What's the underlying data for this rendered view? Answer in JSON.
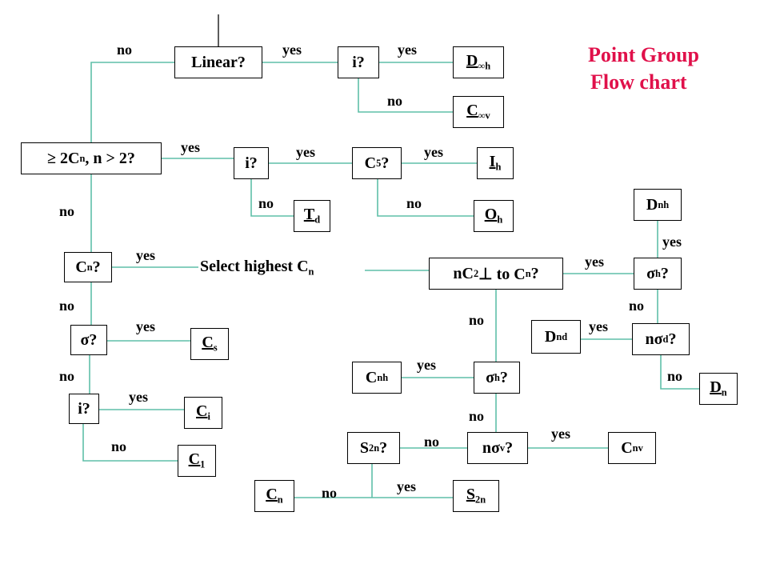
{
  "title": {
    "line1": "Point Group",
    "line2": "Flow chart",
    "color": "#e0104a"
  },
  "connector_color": "#5fbfa8",
  "labels": {
    "yes": "yes",
    "no": "no"
  },
  "nodes": {
    "linear": {
      "text": "Linear?"
    },
    "i_top": {
      "text": "i?"
    },
    "dinfh": {
      "main": "D",
      "sub": "∞h"
    },
    "cinfv": {
      "main": "C",
      "sub": "∞v"
    },
    "multi_cn": {
      "pre": "≥ 2C",
      "sub": "n",
      "post": ", n > 2?"
    },
    "i_mid": {
      "text": "i?"
    },
    "c5": {
      "main": "C",
      "sub": "5",
      "post": "?"
    },
    "ih": {
      "main": "I",
      "sub": "h"
    },
    "td": {
      "main": "T",
      "sub": "d"
    },
    "oh": {
      "main": "O",
      "sub": "h"
    },
    "cn_q": {
      "main": "C",
      "sub": "n",
      "post": "?"
    },
    "select": {
      "pre": "Select highest C",
      "sub": "n"
    },
    "nc2": {
      "a": "nC",
      "asub": "2",
      "b": " ⊥ to C",
      "bsub": "n",
      "post": "?"
    },
    "dnh": {
      "main": "D",
      "sub": "nh"
    },
    "sigh_right": {
      "main": "σ",
      "sub": "h",
      "post": "?"
    },
    "sigma_q": {
      "text": "σ?"
    },
    "cs": {
      "main": "C",
      "sub": "s"
    },
    "dnd": {
      "main": "D",
      "sub": "nd"
    },
    "nsigd": {
      "main": "nσ",
      "sub": "d",
      "post": "?"
    },
    "cnh": {
      "main": "C",
      "sub": "nh"
    },
    "sigh_mid": {
      "main": "σ",
      "sub": "h",
      "post": "?"
    },
    "dn": {
      "main": "D",
      "sub": "n"
    },
    "i_low": {
      "text": "i?"
    },
    "ci": {
      "main": "C",
      "sub": "i"
    },
    "c1": {
      "main": "C",
      "sub": "1"
    },
    "s2n_q": {
      "main": "S",
      "sub": "2n",
      "post": "?"
    },
    "nsigv": {
      "main": "nσ",
      "sub": "v",
      "post": "?"
    },
    "cnv": {
      "main": "C",
      "sub": "nv"
    },
    "cn_term": {
      "main": "C",
      "sub": "n"
    },
    "s2n_term": {
      "main": "S",
      "sub": "2n"
    }
  }
}
